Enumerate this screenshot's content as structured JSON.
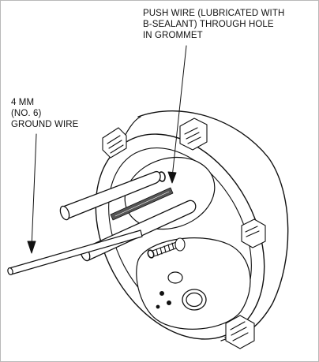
{
  "callouts": {
    "push_wire": {
      "lines": [
        "PUSH WIRE (LUBRICATED WITH",
        "B-SEALANT) THROUGH HOLE",
        "IN GROMMET"
      ]
    },
    "ground_wire": {
      "lines": [
        "4 MM",
        "(NO. 6)",
        "GROUND WIRE"
      ]
    }
  },
  "colors": {
    "ink": "#111111",
    "background": "#ffffff",
    "frame": "#b9b9b9",
    "wire_shade": "#555555"
  }
}
